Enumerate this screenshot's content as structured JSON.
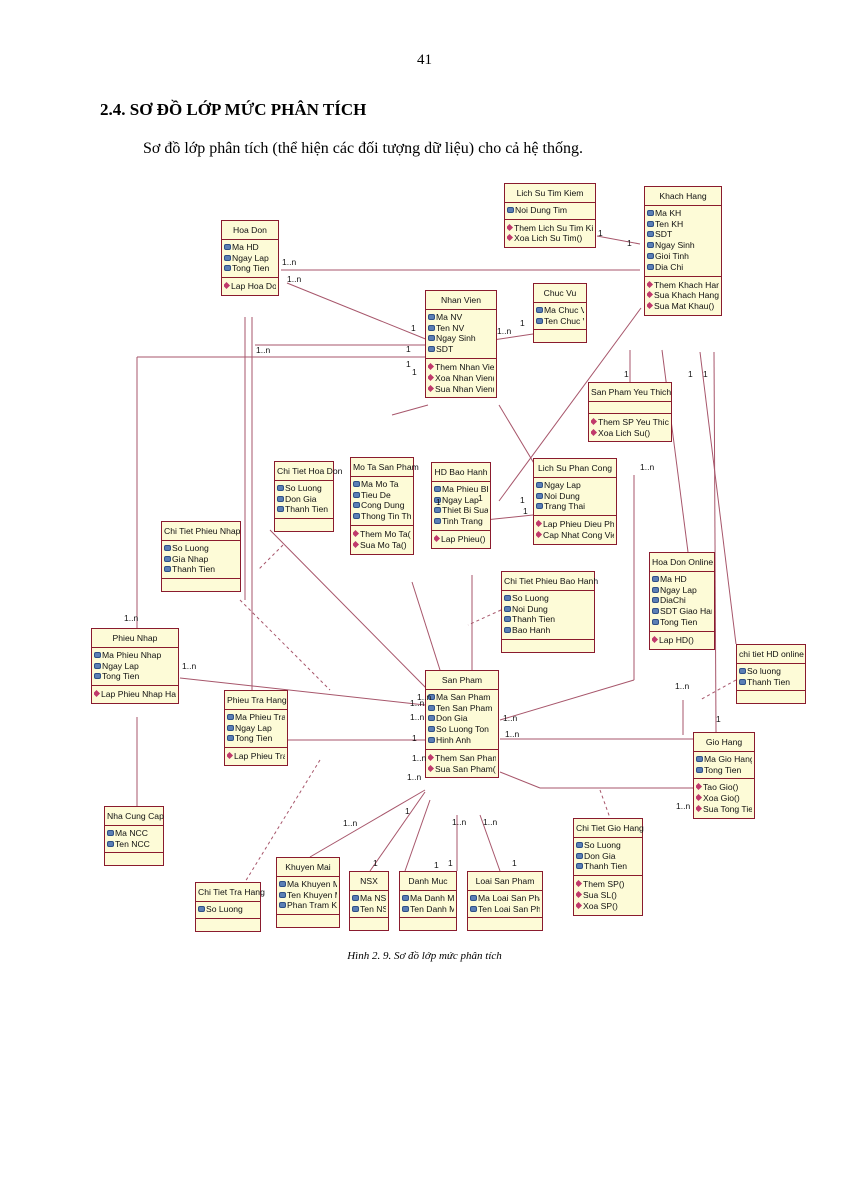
{
  "page": {
    "number": "41",
    "heading": "2.4. SƠ ĐỒ LỚP MỨC PHÂN TÍCH",
    "intro": "Sơ đồ lớp phân tích (thể hiện các đối tượng dữ liệu) cho cả hệ thống.",
    "caption": "Hình 2. 9. Sơ đồ lớp mức phân tích"
  },
  "colors": {
    "box_fill": "#fdfbd7",
    "box_border": "#8a1b2e",
    "link": "#a7566b"
  },
  "icons": {
    "attribute": "attribute-icon",
    "operation": "operation-icon"
  },
  "classes": [
    {
      "id": "lichsutimkiem",
      "name": "Lich Su Tim Kiem",
      "attrs": [
        "Noi Dung Tim"
      ],
      "ops": [
        "Them Lich Su Tim Kiem()",
        "Xoa Lich Su Tim()"
      ]
    },
    {
      "id": "khachhang",
      "name": "Khach Hang",
      "attrs": [
        "Ma KH",
        "Ten KH",
        "SDT",
        "Ngay Sinh",
        "Gioi Tinh",
        "Dia Chi"
      ],
      "ops": [
        "Them Khach Hang()",
        "Sua Khach Hang()",
        "Sua Mat Khau()"
      ]
    },
    {
      "id": "hoadon",
      "name": "Hoa Don",
      "attrs": [
        "Ma HD",
        "Ngay Lap",
        "Tong Tien"
      ],
      "ops": [
        "Lap Hoa Don()"
      ]
    },
    {
      "id": "nhanvien",
      "name": "Nhan Vien",
      "attrs": [
        "Ma NV",
        "Ten NV",
        "Ngay Sinh",
        "SDT"
      ],
      "ops": [
        "Them Nhan Vien()",
        "Xoa Nhan Vien()",
        "Sua Nhan Vien()"
      ]
    },
    {
      "id": "chucvu",
      "name": "Chuc Vu",
      "attrs": [
        "Ma Chuc Vu",
        "Ten Chuc Vu"
      ],
      "ops": []
    },
    {
      "id": "sanphamyeuthich",
      "name": "San Pham Yeu Thich",
      "attrs": [],
      "ops": [
        "Them SP Yeu Thich()",
        "Xoa Lich Su()"
      ]
    },
    {
      "id": "chitiethoadon",
      "name": "Chi Tiet Hoa Don",
      "attrs": [
        "So Luong",
        "Don Gia",
        "Thanh Tien"
      ],
      "ops": []
    },
    {
      "id": "motasanpham",
      "name": "Mo Ta San Pham",
      "attrs": [
        "Ma Mo Ta",
        "Tieu De",
        "Cong Dung",
        "Thong Tin Them"
      ],
      "ops": [
        "Them Mo Ta()",
        "Sua Mo Ta()"
      ]
    },
    {
      "id": "hdbaohanh",
      "name": "HD Bao Hanh",
      "attrs": [
        "Ma Phieu BH",
        "Ngay Lap",
        "Thiet Bi Sua",
        "Tinh Trang"
      ],
      "ops": [
        "Lap Phieu()"
      ]
    },
    {
      "id": "lichsuphancong",
      "name": "Lich Su Phan Cong",
      "attrs": [
        "Ngay Lap",
        "Noi Dung",
        "Trang Thai"
      ],
      "ops": [
        "Lap Phieu Dieu Phoi()",
        "Cap Nhat Cong Viec()"
      ]
    },
    {
      "id": "chitietphieunhap",
      "name": "Chi Tiet Phieu Nhap",
      "attrs": [
        "So Luong",
        "Gia Nhap",
        "Thanh Tien"
      ],
      "ops": []
    },
    {
      "id": "hoadononline",
      "name": "Hoa Don Online",
      "attrs": [
        "Ma HD",
        "Ngay Lap",
        "DiaChi",
        "SDT Giao Hang",
        "Tong Tien"
      ],
      "ops": [
        "Lap HD()"
      ]
    },
    {
      "id": "chitietphieubaohanh",
      "name": "Chi Tiet Phieu Bao Hanh",
      "attrs": [
        "So Luong",
        "Noi Dung",
        "Thanh Tien",
        "Bao Hanh"
      ],
      "ops": []
    },
    {
      "id": "phieunhap",
      "name": "Phieu Nhap",
      "attrs": [
        "Ma Phieu Nhap",
        "Ngay Lap",
        "Tong Tien"
      ],
      "ops": [
        "Lap Phieu Nhap Hang()"
      ]
    },
    {
      "id": "chitiethdonline",
      "name": "chi tiet HD online",
      "attrs": [
        "So luong",
        "Thanh Tien"
      ],
      "ops": []
    },
    {
      "id": "sanpham",
      "name": "San Pham",
      "attrs": [
        "Ma San Pham",
        "Ten San Pham",
        "Don Gia",
        "So Luong Ton",
        "Hinh Anh"
      ],
      "ops": [
        "Them San Pham()",
        "Sua San Pham()"
      ]
    },
    {
      "id": "phieutrahang",
      "name": "Phieu Tra Hang",
      "attrs": [
        "Ma Phieu Tra",
        "Ngay Lap",
        "Tong Tien"
      ],
      "ops": [
        "Lap Phieu Tra()"
      ]
    },
    {
      "id": "giohang",
      "name": "Gio Hang",
      "attrs": [
        "Ma Gio Hang",
        "Tong Tien"
      ],
      "ops": [
        "Tao Gio()",
        "Xoa Gio()",
        "Sua Tong Tien()"
      ]
    },
    {
      "id": "nhacungcap",
      "name": "Nha Cung Cap",
      "attrs": [
        "Ma NCC",
        "Ten NCC"
      ],
      "ops": []
    },
    {
      "id": "chitietgiohang",
      "name": "Chi Tiet Gio Hang",
      "attrs": [
        "So Luong",
        "Don Gia",
        "Thanh Tien"
      ],
      "ops": [
        "Them SP()",
        "Sua SL()",
        "Xoa SP()"
      ]
    },
    {
      "id": "chitiettrahang",
      "name": "Chi Tiet Tra Hang",
      "attrs": [
        "So Luong"
      ],
      "ops": []
    },
    {
      "id": "khuyenmai",
      "name": "Khuyen Mai",
      "attrs": [
        "Ma Khuyen Mai",
        "Ten Khuyen Mai",
        "Phan Tram KH"
      ],
      "ops": []
    },
    {
      "id": "nsx",
      "name": "NSX",
      "attrs": [
        "Ma NSX",
        "Ten NSX"
      ],
      "ops": []
    },
    {
      "id": "danhmuc",
      "name": "Danh Muc",
      "attrs": [
        "Ma Danh Muc",
        "Ten Danh Muc"
      ],
      "ops": []
    },
    {
      "id": "loaisanpham",
      "name": "Loai San Pham",
      "attrs": [
        "Ma Loai San Pham",
        "Ten Loai San Pham"
      ],
      "ops": []
    }
  ],
  "multiplicities": [
    "1",
    "1",
    "1..n",
    "1..n",
    "1",
    "1",
    "1..n",
    "1",
    "1",
    "1..n",
    "1",
    "1",
    "1",
    "1",
    "1",
    "1",
    "1..n",
    "1",
    "1",
    "1..n",
    "1..n",
    "1..n",
    "1..n",
    "1..n",
    "1..n",
    "1..n",
    "1..n",
    "1..n",
    "1..n",
    "1..n",
    "1",
    "1",
    "1",
    "1",
    "1",
    "1",
    "1",
    "1..n",
    "1..n",
    "1..n"
  ]
}
